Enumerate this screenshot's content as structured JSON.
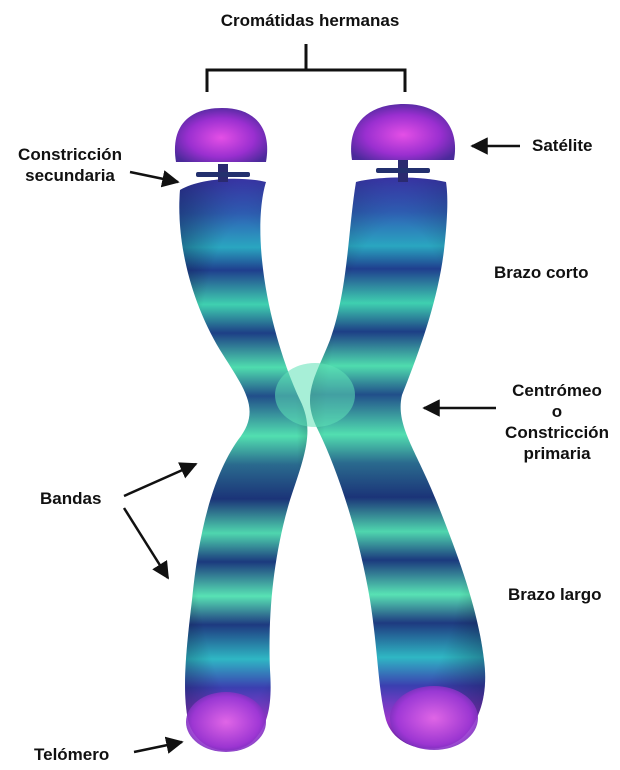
{
  "labels": {
    "sister_chromatids": "Cromátidas hermanas",
    "secondary_constriction_line1": "Constricción",
    "secondary_constriction_line2": "secundaria",
    "satellite": "Satélite",
    "short_arm": "Brazo corto",
    "centromere_line1": "Centrómeo",
    "centromere_line2": "o",
    "centromere_line3": "Constricción",
    "centromere_line4": "primaria",
    "bands": "Bandas",
    "long_arm": "Brazo largo",
    "telomere": "Telómero"
  },
  "colors": {
    "teal": "#2fb7b0",
    "mint": "#5ee6b3",
    "dark_band": "#1d2f7a",
    "purple": "#8e2bd6",
    "magenta": "#d64fe0",
    "text": "#111111"
  }
}
